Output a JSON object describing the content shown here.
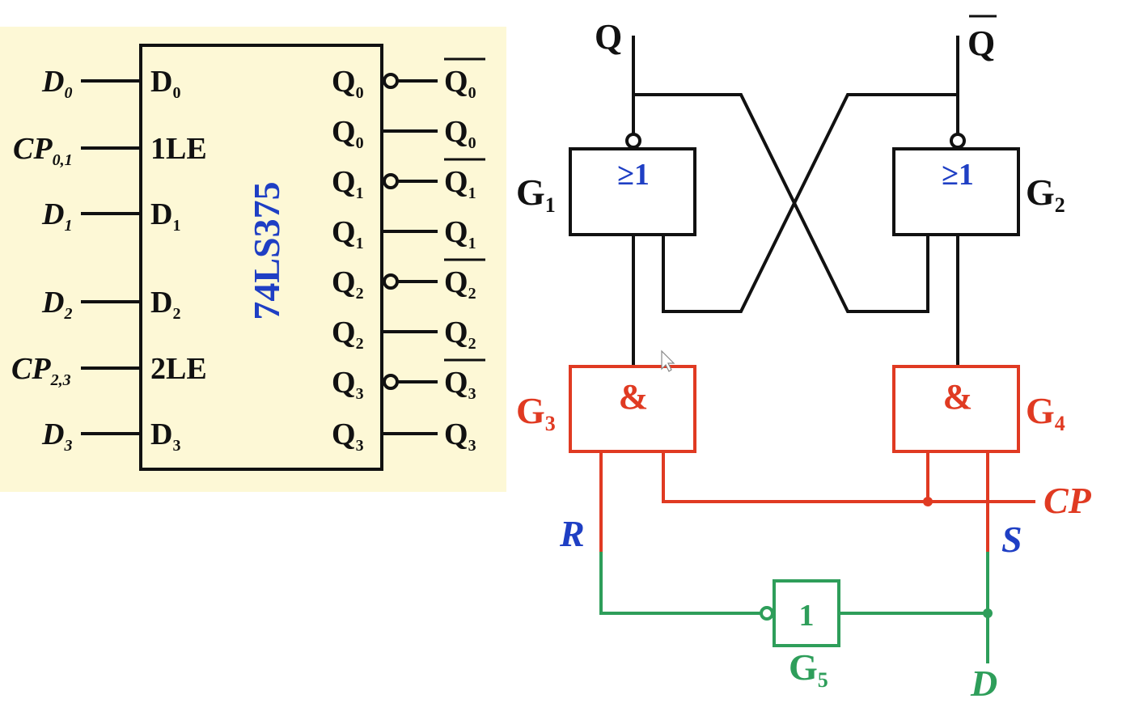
{
  "colors": {
    "panel_bg": "#fdf8d6",
    "black": "#111111",
    "blue": "#1f3fc4",
    "red": "#e03a22",
    "green": "#2e9e5a"
  },
  "chip": {
    "name": "74LS375",
    "left_inputs": [
      {
        "ext": "D",
        "ext_sub": "0",
        "pin": "D",
        "pin_sub": "0"
      },
      {
        "ext": "CP",
        "ext_sub": "0,1",
        "pin": "1LE",
        "pin_sub": ""
      },
      {
        "ext": "D",
        "ext_sub": "1",
        "pin": "D",
        "pin_sub": "1"
      },
      {
        "ext": "D",
        "ext_sub": "2",
        "pin": "D",
        "pin_sub": "2"
      },
      {
        "ext": "CP",
        "ext_sub": "2,3",
        "pin": "2LE",
        "pin_sub": ""
      },
      {
        "ext": "D",
        "ext_sub": "3",
        "pin": "D",
        "pin_sub": "3"
      }
    ],
    "right_outputs": [
      {
        "pin": "Q",
        "pin_sub": "0",
        "out": "Q",
        "out_sub": "0",
        "inverted": true
      },
      {
        "pin": "Q",
        "pin_sub": "0",
        "out": "Q",
        "out_sub": "0",
        "inverted": false
      },
      {
        "pin": "Q",
        "pin_sub": "1",
        "out": "Q",
        "out_sub": "1",
        "inverted": true
      },
      {
        "pin": "Q",
        "pin_sub": "1",
        "out": "Q",
        "out_sub": "1",
        "inverted": false
      },
      {
        "pin": "Q",
        "pin_sub": "2",
        "out": "Q",
        "out_sub": "2",
        "inverted": true
      },
      {
        "pin": "Q",
        "pin_sub": "2",
        "out": "Q",
        "out_sub": "2",
        "inverted": false
      },
      {
        "pin": "Q",
        "pin_sub": "3",
        "out": "Q",
        "out_sub": "3",
        "inverted": true
      },
      {
        "pin": "Q",
        "pin_sub": "3",
        "out": "Q",
        "out_sub": "3",
        "inverted": false
      }
    ]
  },
  "latch": {
    "q_label": "Q",
    "qbar_label": "Q",
    "g1": {
      "symbol": "≥1",
      "label": "G",
      "sub": "1"
    },
    "g2": {
      "symbol": "≥1",
      "label": "G",
      "sub": "2"
    },
    "g3": {
      "symbol": "&",
      "label": "G",
      "sub": "3"
    },
    "g4": {
      "symbol": "&",
      "label": "G",
      "sub": "4"
    },
    "g5": {
      "symbol": "1",
      "label": "G",
      "sub": "5"
    },
    "r_label": "R",
    "s_label": "S",
    "cp_label": "CP",
    "d_label": "D"
  }
}
